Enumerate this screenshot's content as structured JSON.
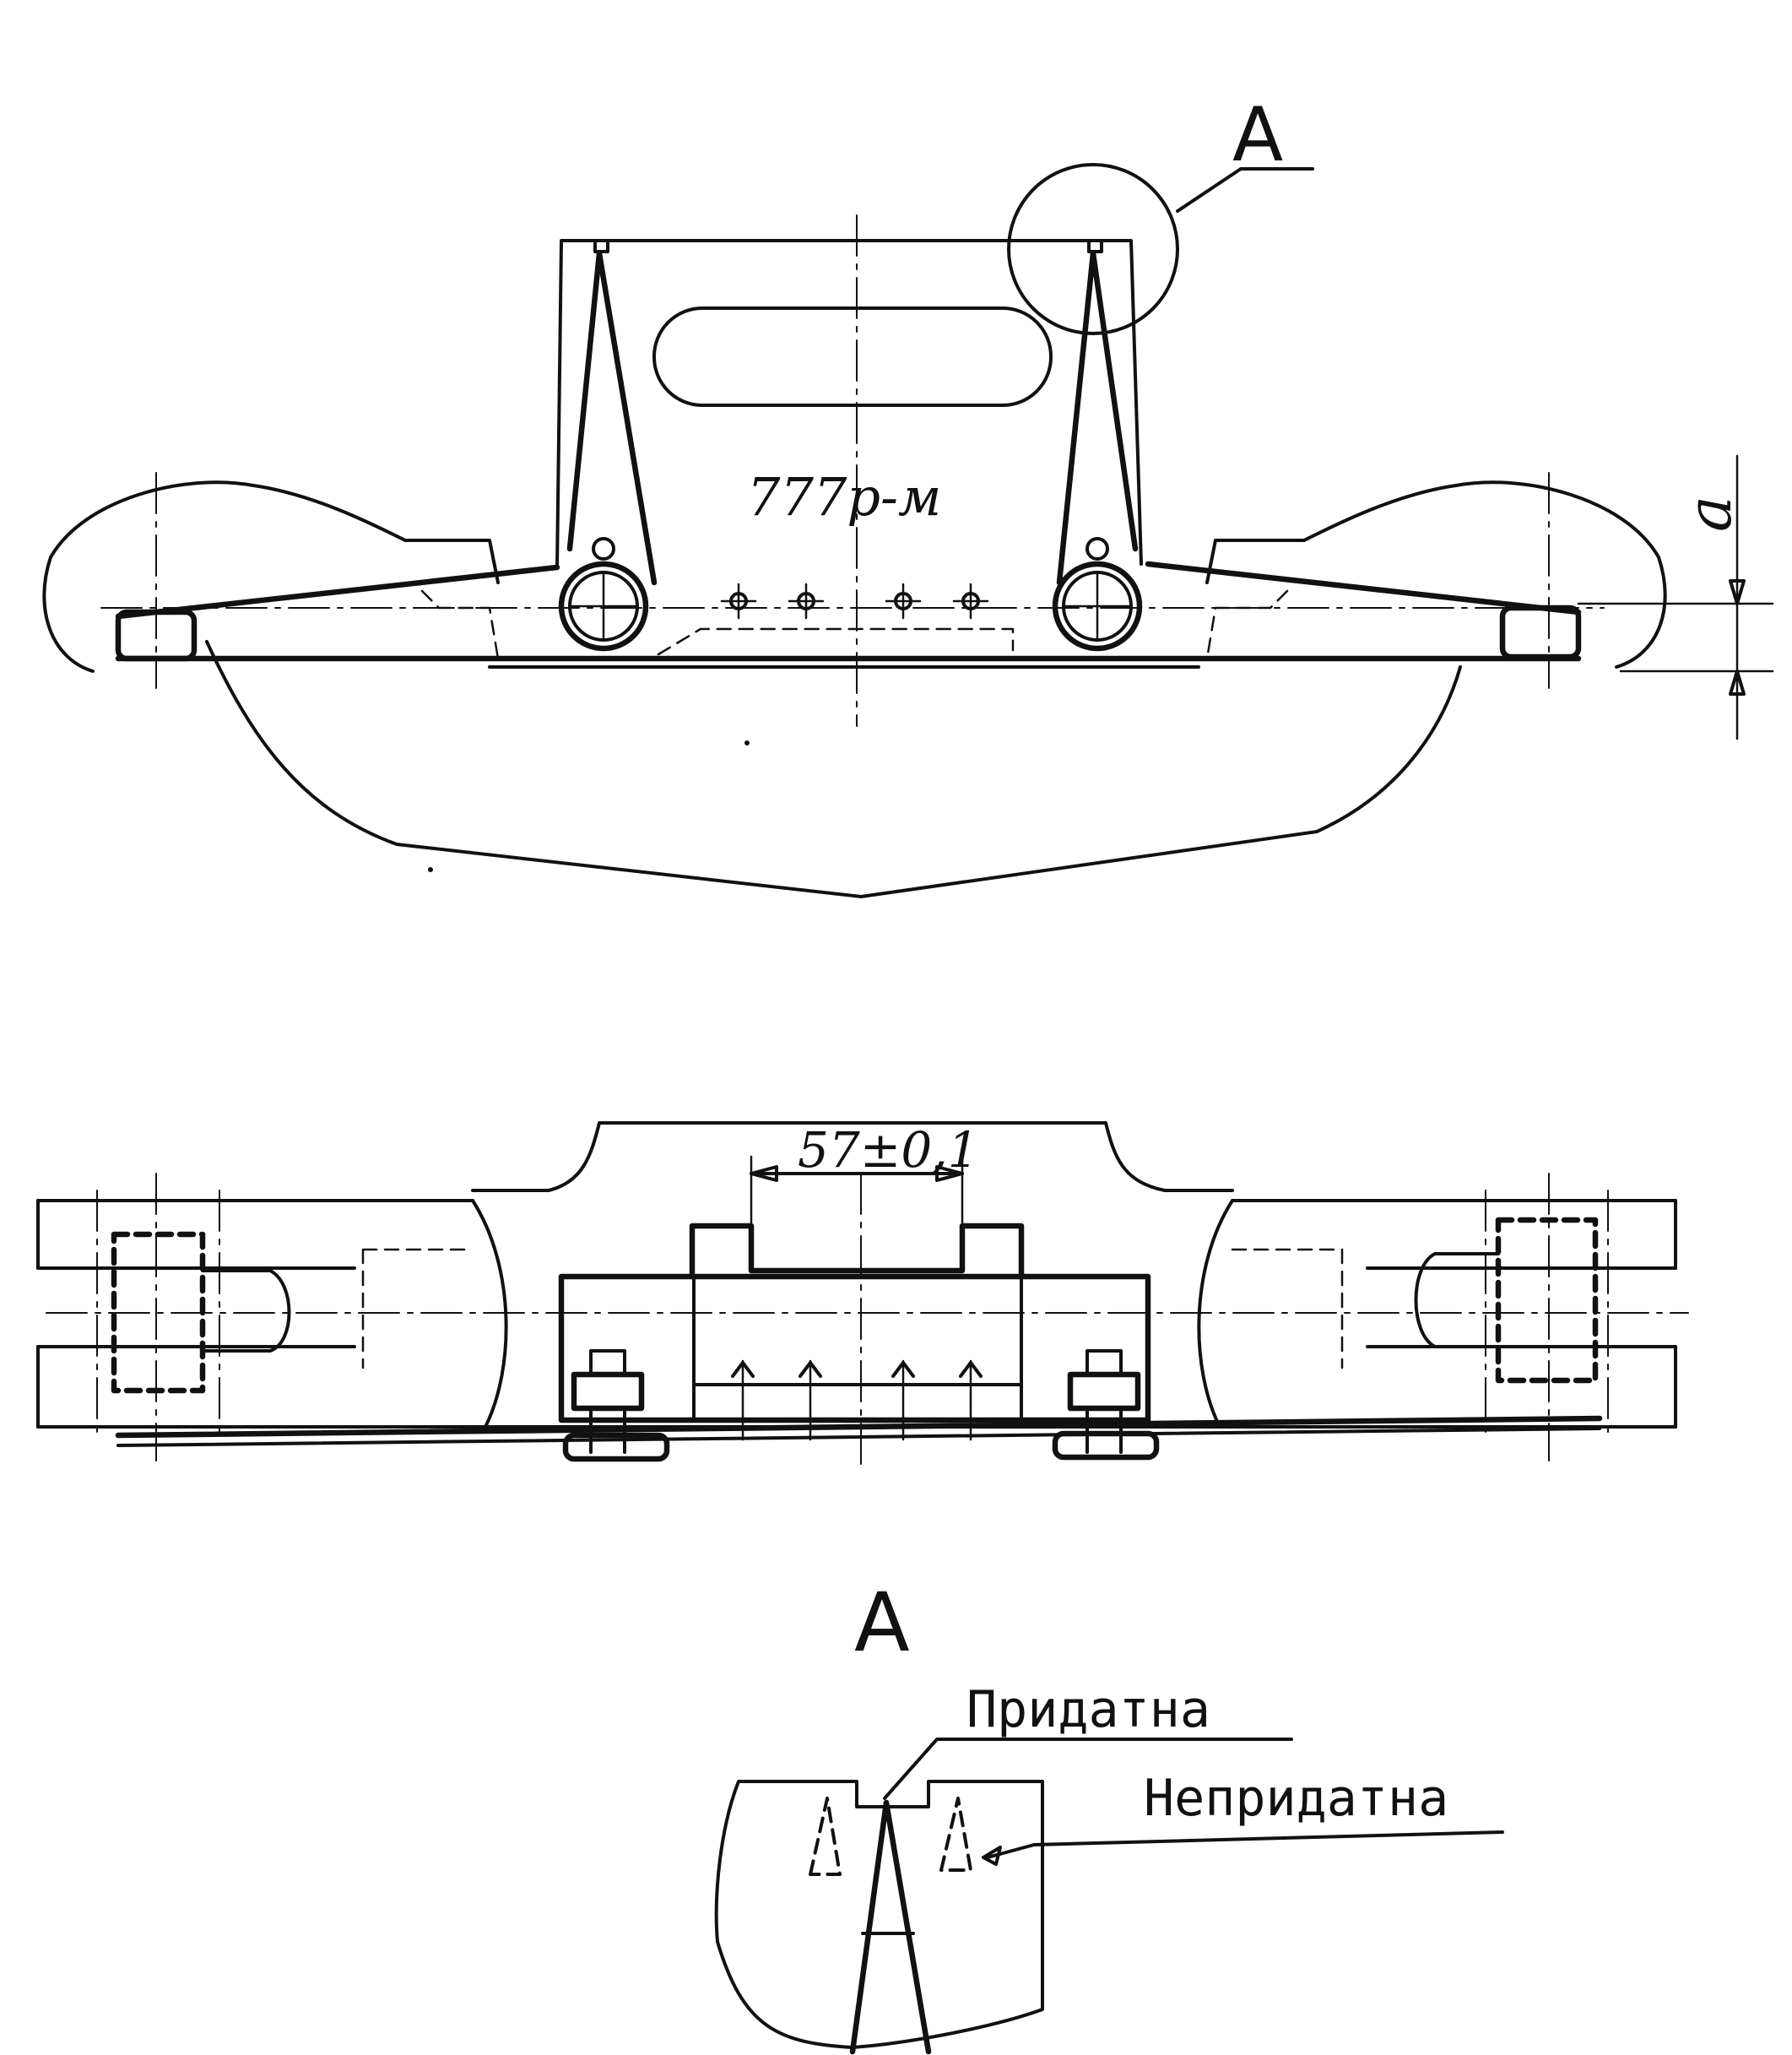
{
  "labels": {
    "detail_ref_top": "A",
    "part_number": "777р-м",
    "dim_a": "a",
    "dim_gap": "57±0,1",
    "detail_title": "A",
    "callout_good": "Придатна",
    "callout_bad": "Непридатна"
  },
  "colors": {
    "ink": "#111111",
    "paper": "#ffffff"
  }
}
